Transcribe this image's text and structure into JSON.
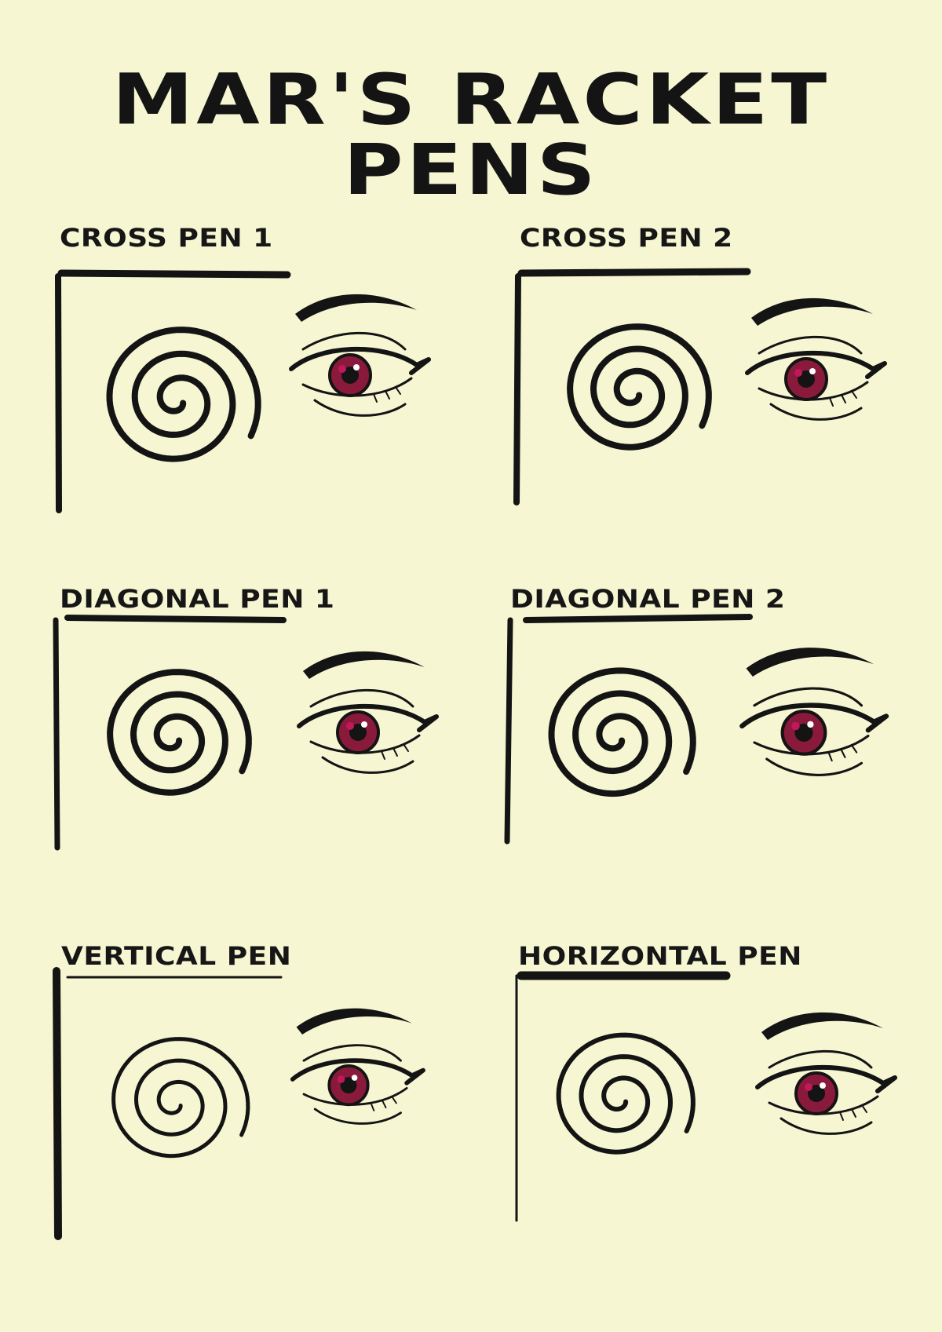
{
  "title": "MAR'S RACKET PENS",
  "colors": {
    "background": "#f6f6d3",
    "ink": "#141414",
    "iris": "#8a1a3c",
    "iris_highlight": "#c2185b"
  },
  "pens": [
    {
      "label": "CROSS PEN 1"
    },
    {
      "label": "CROSS PEN 2"
    },
    {
      "label": "DIAGONAL PEN 1"
    },
    {
      "label": "DIAGONAL PEN 2"
    },
    {
      "label": "VERTICAL PEN"
    },
    {
      "label": "HORIZONTAL PEN"
    }
  ]
}
